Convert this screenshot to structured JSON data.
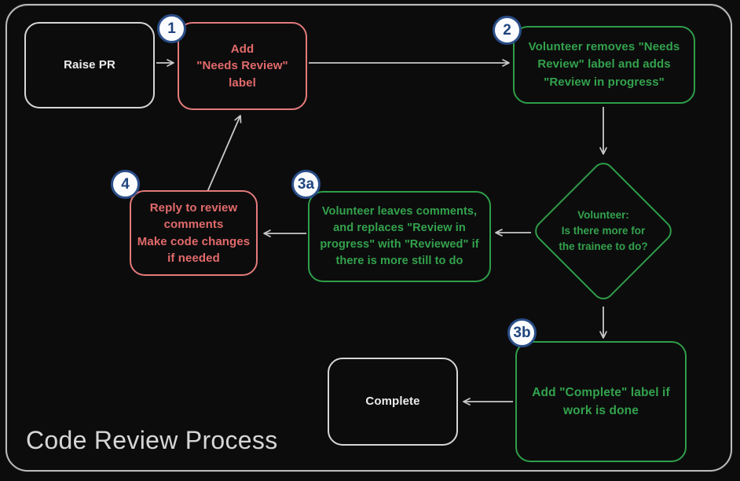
{
  "title": "Code Review Process",
  "colors": {
    "background": "#0c0c0d",
    "frame_border": "#bcbcbc",
    "white_node": "#ededed",
    "red_node": "#e26a6a",
    "green_node": "#33a24c",
    "arrow": "#c9c9c9",
    "badge_fill": "#fbfcff",
    "badge_blue": "#2a4e88",
    "title_text": "#d6d6d6"
  },
  "badges": {
    "b1": "1",
    "b2": "2",
    "b3a": "3a",
    "b3b": "3b",
    "b4": "4"
  },
  "nodes": {
    "raise_pr": {
      "lines": [
        "Raise PR"
      ]
    },
    "step1": {
      "lines": [
        "Add",
        "\"Needs Review\"",
        "label"
      ]
    },
    "step2": {
      "lines": [
        "Volunteer removes \"Needs",
        "Review\" label and adds",
        "\"Review in progress\""
      ]
    },
    "decision": {
      "lines": [
        "Volunteer:",
        "Is there more for",
        "the trainee to do?"
      ]
    },
    "step3a": {
      "lines": [
        "Volunteer leaves comments,",
        "and replaces \"Review in",
        "progress\" with \"Reviewed\" if",
        "there is more still to do"
      ]
    },
    "step4": {
      "lines": [
        "Reply to review",
        "comments",
        "Make code changes",
        "if needed"
      ]
    },
    "step3b": {
      "lines": [
        "Add \"Complete\" label if",
        "work is done"
      ]
    },
    "complete": {
      "lines": [
        "Complete"
      ]
    }
  }
}
